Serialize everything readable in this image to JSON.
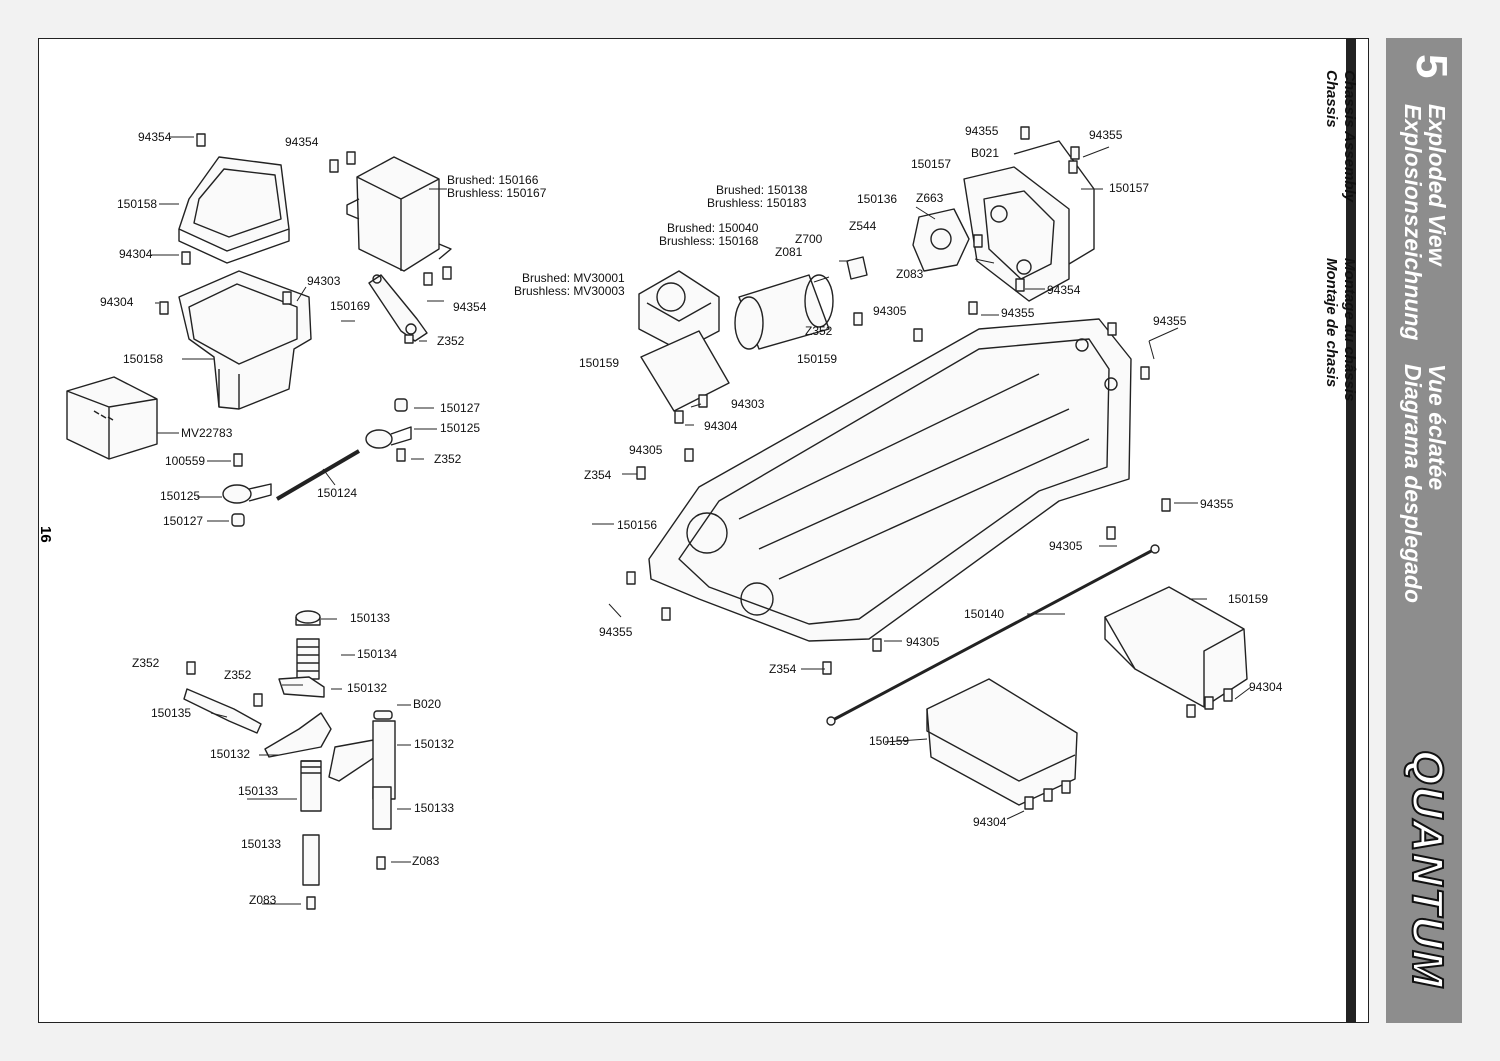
{
  "page_number": "16",
  "section": {
    "number": "5",
    "headings": [
      "Exploded View",
      "Explosionszeichnung",
      "Vue éclatée",
      "Diagrama desplegado"
    ]
  },
  "subheadings": [
    "Chassis Assembly",
    "Chassis",
    "Montage du châssis",
    "Montaje de chasis"
  ],
  "brand": "QUANTUM",
  "colors": {
    "sidebar": "#8d8d8d",
    "tab": "#222222",
    "page": "#ffffff",
    "background": "#f2f2f2"
  },
  "labels": {
    "l01": "94354",
    "l02": "94354",
    "l03": "150158",
    "l04": "Brushed: 150166",
    "l05": "Brushless: 150167",
    "l06": "94304",
    "l07": "94303",
    "l08": "94304",
    "l09": "150169",
    "l10": "94354",
    "l11": "Z352",
    "l12": "150158",
    "l13": "MV22783",
    "l14": "150127",
    "l15": "150125",
    "l16": "100559",
    "l17": "Z352",
    "l18": "150125",
    "l19": "150124",
    "l20": "150127",
    "l21": "150133",
    "l22": "150134",
    "l23": "Z352",
    "l24": "Z352",
    "l25": "150132",
    "l26": "150135",
    "l27": "B020",
    "l28": "150132",
    "l29": "150132",
    "l30": "150133",
    "l31": "150133",
    "l32": "150133",
    "l33": "Z083",
    "l34": "Z083",
    "l35": "Brushed: 150138",
    "l36": "Brushless: 150183",
    "l37": "Brushed: 150040",
    "l38": "Brushless: 150168",
    "l39": "Z700",
    "l40": "Z081",
    "l41": "150136",
    "l42": "Z663",
    "l43": "Z544",
    "l44": "Z083",
    "l45": "Brushed: MV30001",
    "l46": "Brushless: MV30003",
    "l47": "94355",
    "l48": "94355",
    "l49": "B021",
    "l50": "150157",
    "l51": "150157",
    "l52": "94354",
    "l53": "94305",
    "l54": "Z352",
    "l55": "94355",
    "l56": "150159",
    "l57": "150159",
    "l58": "94303",
    "l59": "94304",
    "l60": "94355",
    "l61": "94305",
    "l62": "Z354",
    "l63": "150156",
    "l64": "94355",
    "l65": "94305",
    "l66": "94355",
    "l67": "150140",
    "l68": "150159",
    "l69": "94305",
    "l70": "Z354",
    "l71": "94304",
    "l72": "150159",
    "l73": "94304"
  }
}
